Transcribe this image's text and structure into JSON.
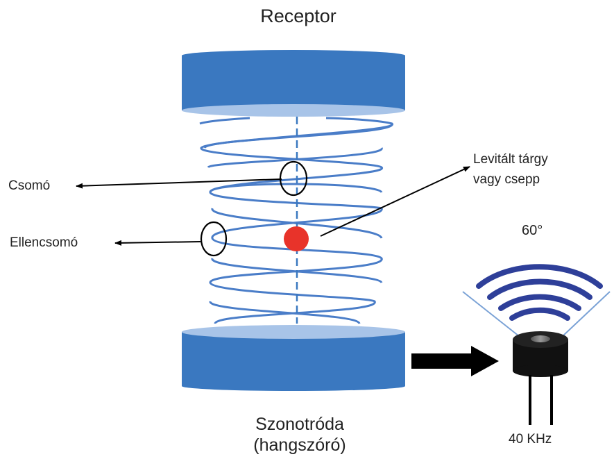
{
  "labels": {
    "receptor": "Receptor",
    "szonotroda_line1": "Szonotróda",
    "szonotroda_line2": "(hangszóró)",
    "csomo": "Csomó",
    "ellencsomo": "Ellencsomó",
    "levitalt_line1": "Levitált tárgy",
    "levitalt_line2": "vagy csepp",
    "angle": "60°",
    "frequency": "40 KHz"
  },
  "colors": {
    "plate": "#3a78c0",
    "plate_face": "#a8c4e8",
    "standing_wave": "#4a7dc8",
    "droplet": "#e8332a",
    "transducer_arcs": "#2e3f99",
    "cone_lines": "#7aa2d6",
    "arrows": "#000000"
  },
  "icons": [
    "transducer-icon",
    "sound-wave-icon",
    "droplet-icon"
  ]
}
